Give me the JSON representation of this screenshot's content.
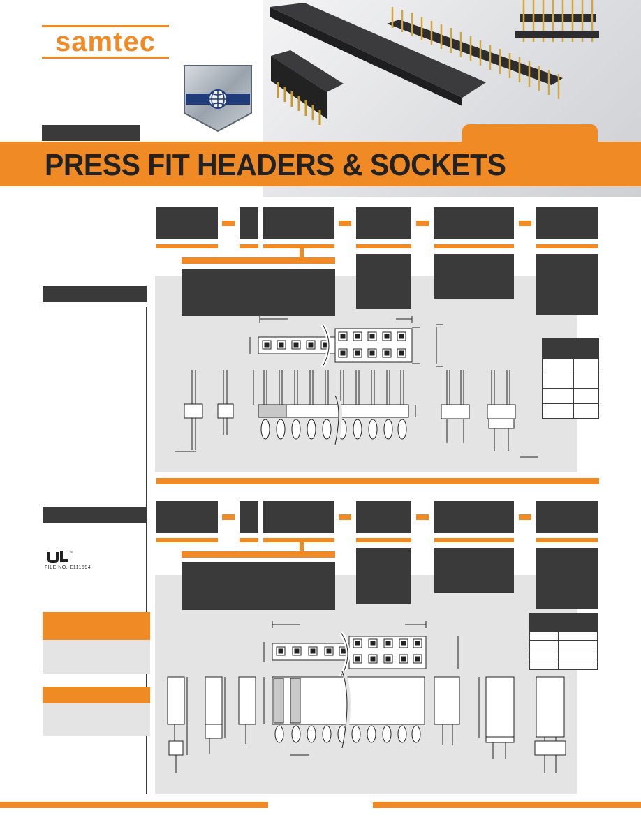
{
  "brand": {
    "logo_text": "samtec",
    "accent": "#f08a24",
    "dark": "#3a3a3a"
  },
  "title": "PRESS FIT HEADERS & SOCKETS",
  "certification": {
    "ul_file": "FILE NO. E111594"
  },
  "icons": [
    "samtec-logo",
    "globe-shield-badge",
    "ul-recognized-icon"
  ]
}
